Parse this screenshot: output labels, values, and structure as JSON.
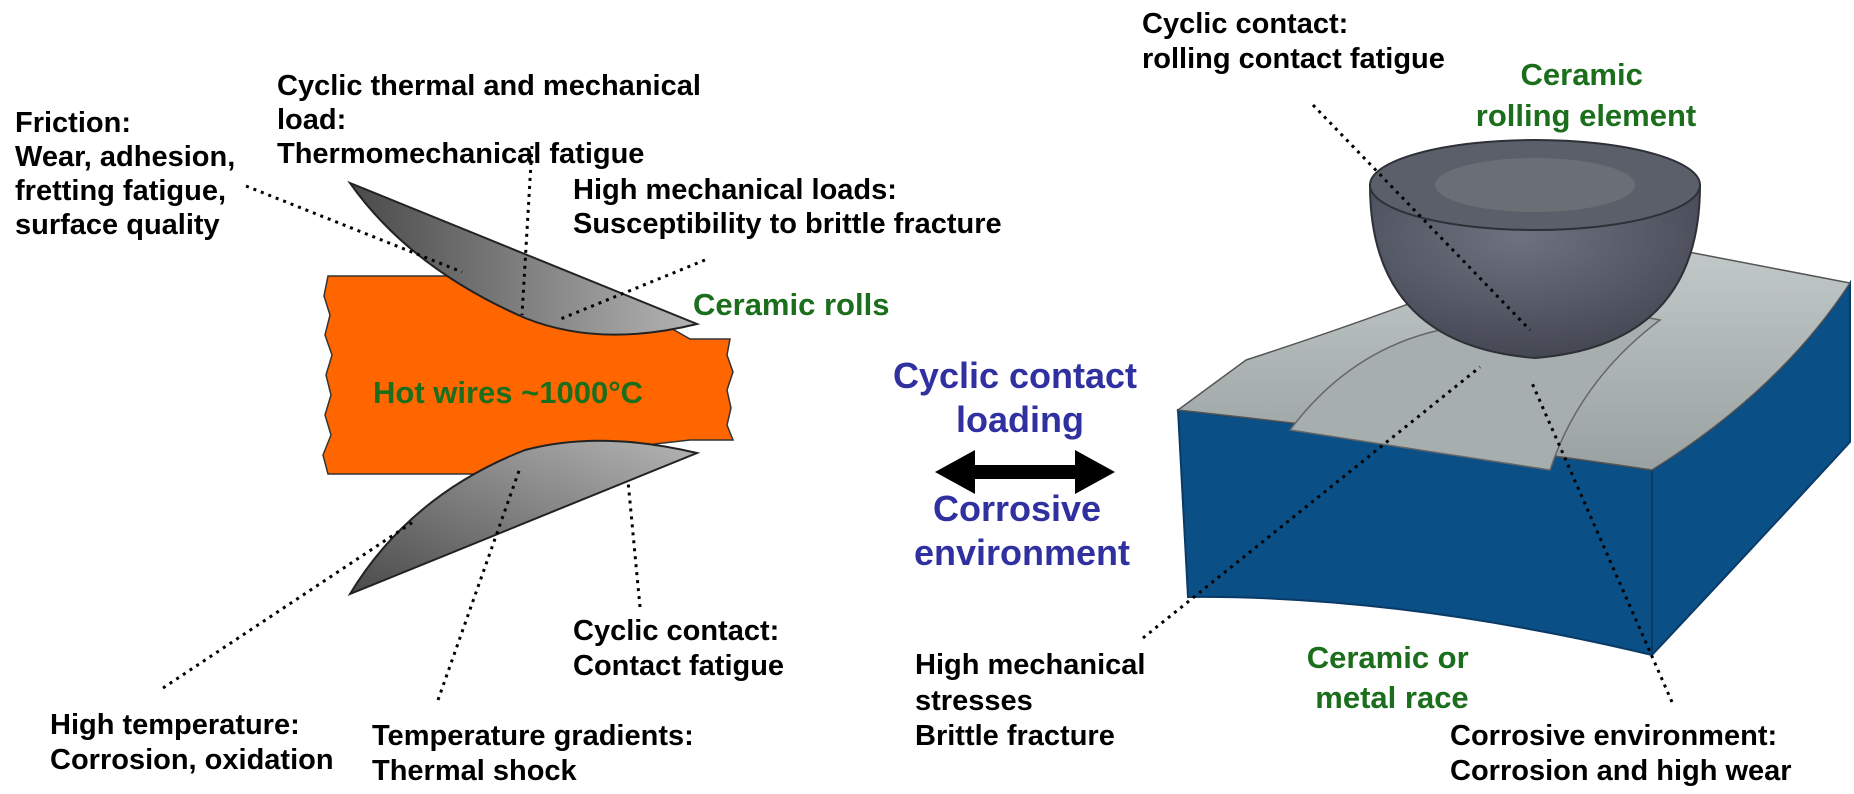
{
  "left": {
    "friction": [
      "Friction:",
      "Wear, adhesion,",
      "fretting fatigue,",
      "surface quality"
    ],
    "thermal": [
      "Cyclic thermal and mechanical",
      "load:",
      "Thermomechanical fatigue"
    ],
    "high_mech": [
      "High mechanical loads:",
      "Susceptibility to brittle fracture"
    ],
    "ceramic_rolls": "Ceramic rolls",
    "hot_wires": "Hot wires ~1000°C",
    "cyclic_contact": [
      "Cyclic contact:",
      "Contact fatigue"
    ],
    "high_temp": [
      "High temperature:",
      "Corrosion, oxidation"
    ],
    "temp_gradients": [
      "Temperature gradients:",
      "Thermal shock"
    ]
  },
  "center": {
    "top": [
      "Cyclic contact",
      "loading"
    ],
    "bottom": [
      "Corrosive",
      "environment"
    ]
  },
  "right": {
    "cyclic_contact": [
      "Cyclic contact:",
      "rolling contact fatigue"
    ],
    "rolling_element": [
      "Ceramic",
      "rolling element"
    ],
    "high_mech": [
      "High mechanical",
      "stresses",
      "Brittle fracture"
    ],
    "race": [
      "Ceramic or",
      "metal race"
    ],
    "corrosive": [
      "Corrosive environment:",
      "Corrosion and high wear"
    ]
  },
  "colors": {
    "hot_wire": "#ff6600",
    "roll": "#707070",
    "race_side": "#0a4f86",
    "race_top": "#b5bcbc",
    "ball": "#5a5e6a",
    "accent_green": "#1b6e1b",
    "accent_blue": "#3030a0"
  }
}
